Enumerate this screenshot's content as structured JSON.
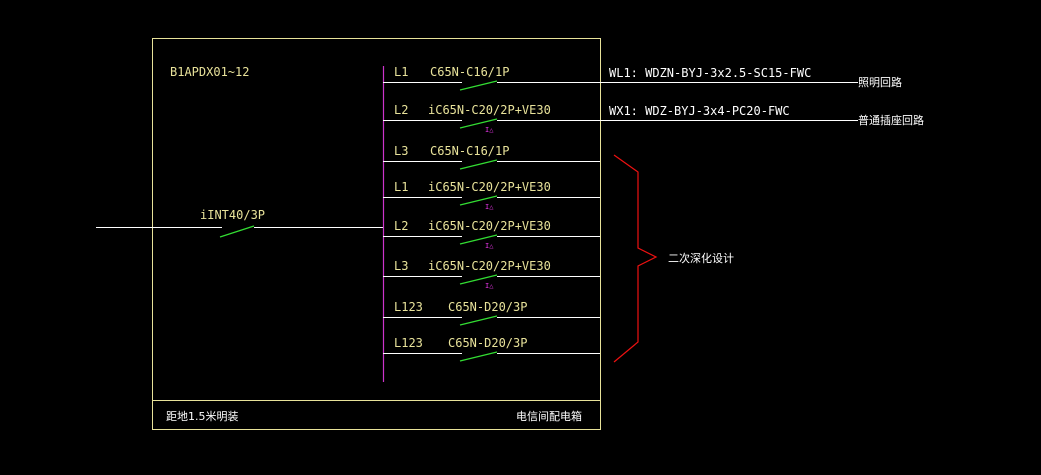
{
  "colors": {
    "background": "#000000",
    "frame": "#e8e29a",
    "label_yellow": "#e8e29a",
    "wire_white": "#ffffff",
    "breaker_green": "#33dd33",
    "busbar_magenta": "#cc33cc",
    "brace_red": "#ee1111",
    "rcd_mark": "#dd33dd"
  },
  "panel": {
    "name": "B1APDX01~12",
    "install_note": "距地1.5米明装",
    "room": "电信间配电箱"
  },
  "incoming": {
    "breaker": "iINT40/3P"
  },
  "circuits": [
    {
      "phase": "L1",
      "breaker": "C65N-C16/1P",
      "rcd": false,
      "cable": "WL1: WDZN-BYJ-3x2.5-SC15-FWC",
      "load": "照明回路"
    },
    {
      "phase": "L2",
      "breaker": "iC65N-C20/2P+VE30",
      "rcd": true,
      "cable": "WX1: WDZ-BYJ-3x4-PC20-FWC",
      "load": "普通插座回路"
    },
    {
      "phase": "L3",
      "breaker": "C65N-C16/1P",
      "rcd": false,
      "cable": "",
      "load": ""
    },
    {
      "phase": "L1",
      "breaker": "iC65N-C20/2P+VE30",
      "rcd": true,
      "cable": "",
      "load": ""
    },
    {
      "phase": "L2",
      "breaker": "iC65N-C20/2P+VE30",
      "rcd": true,
      "cable": "",
      "load": ""
    },
    {
      "phase": "L3",
      "breaker": "iC65N-C20/2P+VE30",
      "rcd": true,
      "cable": "",
      "load": ""
    },
    {
      "phase": "L123",
      "breaker": "C65N-D20/3P",
      "rcd": false,
      "cable": "",
      "load": ""
    },
    {
      "phase": "L123",
      "breaker": "C65N-D20/3P",
      "rcd": false,
      "cable": "",
      "load": ""
    }
  ],
  "rcd_symbol": "I△",
  "brace_note": "二次深化设计"
}
